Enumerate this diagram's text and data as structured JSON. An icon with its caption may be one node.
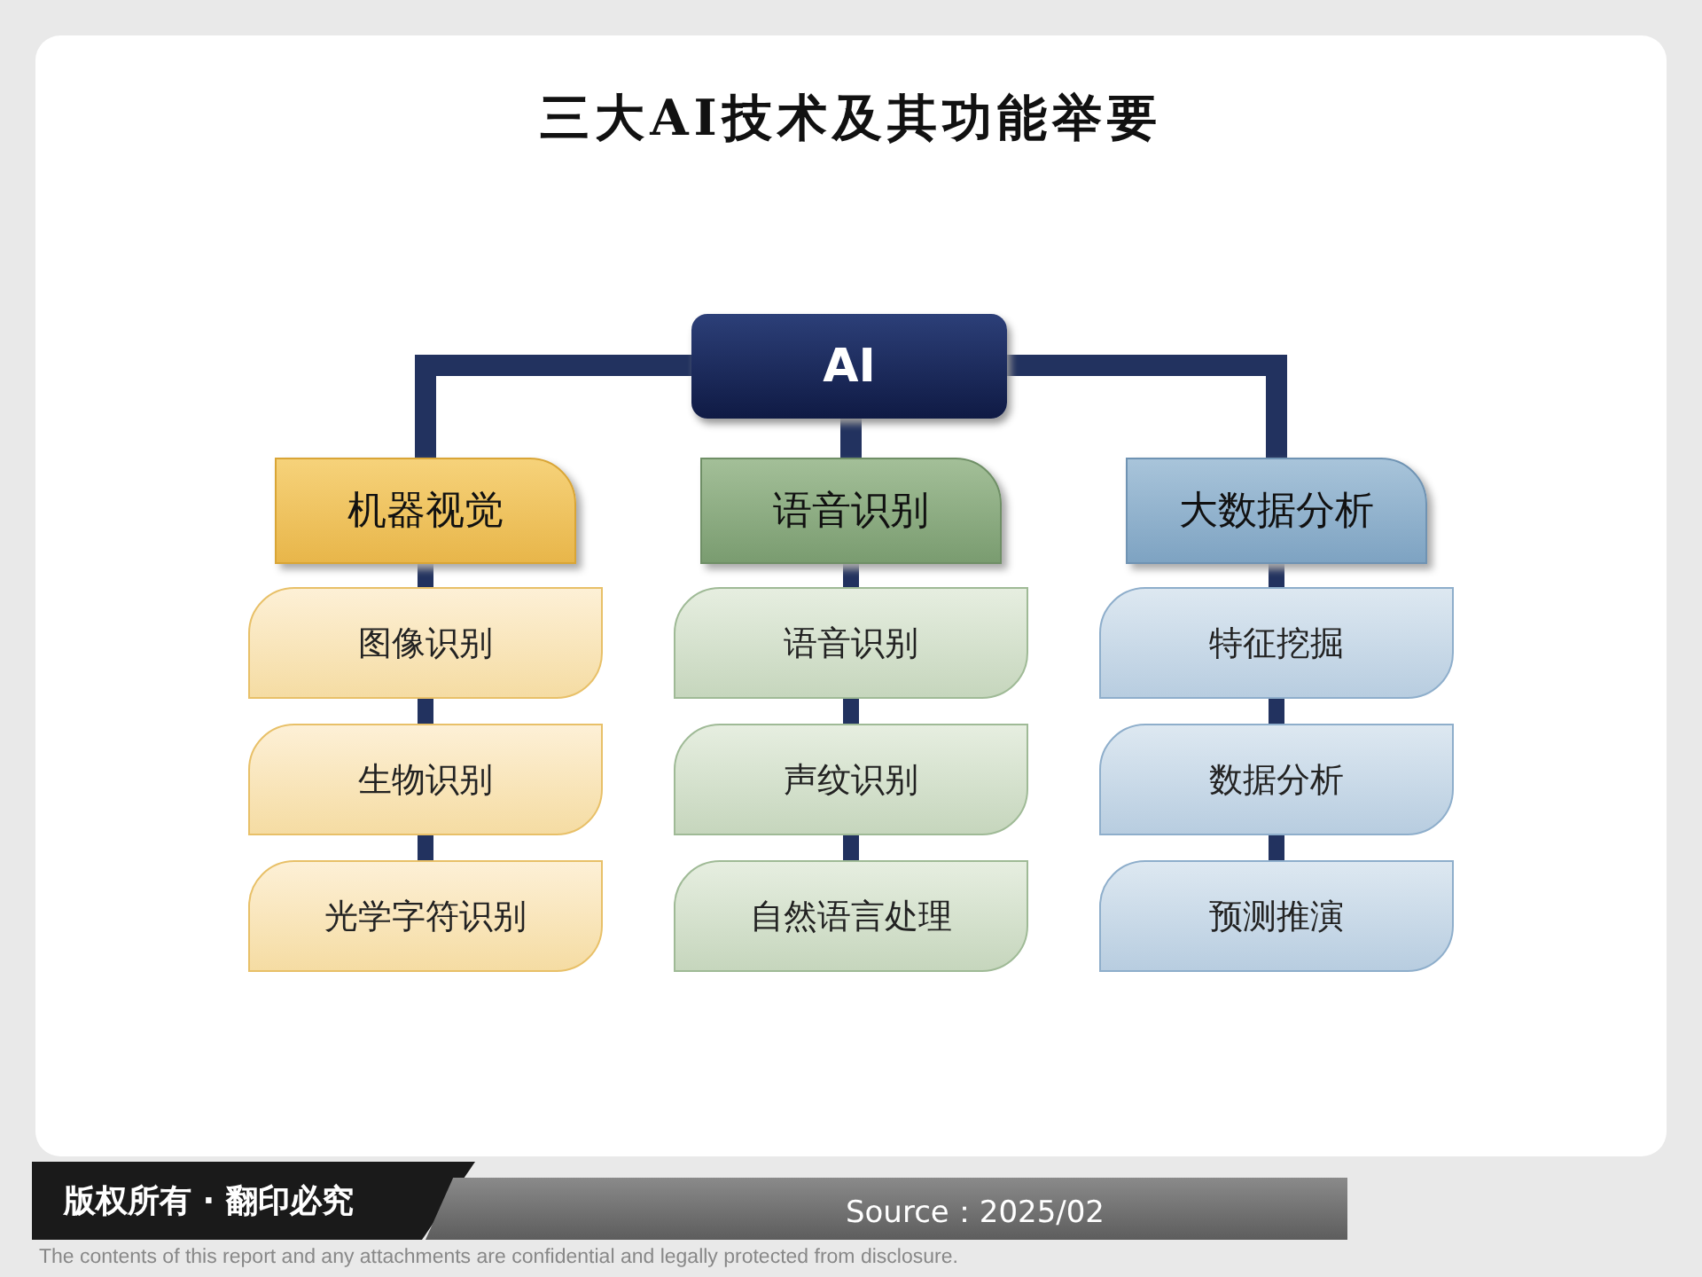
{
  "diagram": {
    "title": "三大AI技术及其功能举要",
    "nodes": [
      {
        "text": [
          "AI"
        ]
      },
      {
        "text": [
          "机器视觉"
        ]
      },
      {
        "text": [
          "图像识别"
        ]
      },
      {
        "text": [
          "生物识别"
        ]
      },
      {
        "text": [
          "光学字符识别"
        ]
      },
      {
        "text": [
          "语音识别"
        ]
      },
      {
        "text": [
          "语音识别"
        ]
      },
      {
        "text": [
          "声纹识别"
        ]
      },
      {
        "text": [
          "自然语言处理"
        ]
      },
      {
        "text": [
          "大数据分析"
        ]
      },
      {
        "text": [
          "特征挖掘"
        ]
      },
      {
        "text": [
          "数据分析"
        ]
      },
      {
        "text": [
          "预测推演"
        ]
      }
    ],
    "edges": [
      {
        "from": 0,
        "to": 1,
        "arrow": "none"
      },
      {
        "from": 0,
        "to": 5,
        "arrow": "none"
      },
      {
        "from": 0,
        "to": 9,
        "arrow": "none"
      },
      {
        "from": 1,
        "to": 2,
        "arrow": "none"
      },
      {
        "from": 2,
        "to": 3,
        "arrow": "none"
      },
      {
        "from": 3,
        "to": 4,
        "arrow": "none"
      },
      {
        "from": 5,
        "to": 6,
        "arrow": "none"
      },
      {
        "from": 6,
        "to": 7,
        "arrow": "none"
      },
      {
        "from": 7,
        "to": 8,
        "arrow": "none"
      },
      {
        "from": 9,
        "to": 10,
        "arrow": "none"
      },
      {
        "from": 10,
        "to": 11,
        "arrow": "none"
      },
      {
        "from": 11,
        "to": 12,
        "arrow": "none"
      }
    ],
    "labels": [
      "版权所有 · 翻印必究",
      "Source：2025/02",
      "The contents of this report and any attachments are confidential and legally protected from disclosure."
    ]
  }
}
